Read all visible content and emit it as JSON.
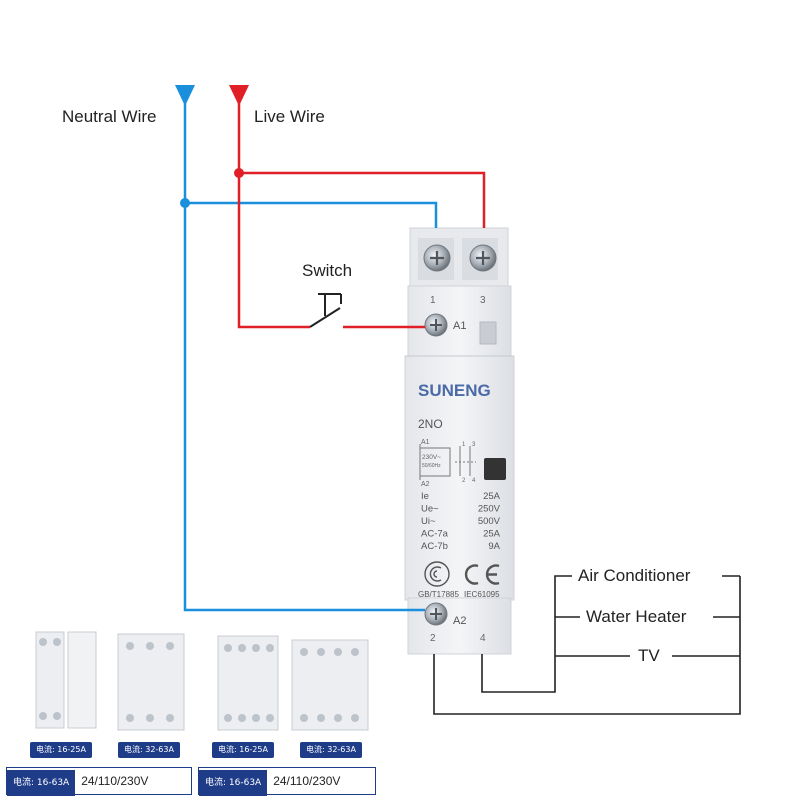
{
  "wires": {
    "neutral_label": "Neutral Wire",
    "live_label": "Live Wire",
    "switch_label": "Switch",
    "neutral_color": "#1a8fdc",
    "live_color": "#e01f26"
  },
  "device": {
    "brand": "SUNENG",
    "model": "2NO",
    "terminal_1": "1",
    "terminal_3": "3",
    "terminal_2": "2",
    "terminal_4": "4",
    "a1": "A1",
    "a2": "A2",
    "diag_a1": "A1",
    "diag_a2": "A2",
    "diag_voltage": "230V~",
    "diag_freq": "50/60Hz",
    "diag_1": "1",
    "diag_3": "3",
    "diag_2": "2",
    "diag_4": "4",
    "specs": [
      {
        "key": "Ie",
        "val": "25A"
      },
      {
        "key": "Ue~",
        "val": "250V"
      },
      {
        "key": "Ui~",
        "val": "500V"
      },
      {
        "key": "AC-7a",
        "val": "25A"
      },
      {
        "key": "AC-7b",
        "val": "9A"
      }
    ],
    "cert_ccc": "CCC",
    "cert_ce": "CE",
    "standard_left": "GB/T17885",
    "standard_right": "IEC61095"
  },
  "loads": {
    "items": [
      "Air Conditioner",
      "Water Heater",
      "TV"
    ]
  },
  "thumbnails": {
    "badges": [
      "电流: 16-25A",
      "电流: 32-63A",
      "电流: 16-25A",
      "电流: 32-63A"
    ],
    "bars": [
      {
        "current": "电流: 16-63A",
        "voltage": "24/110/230V"
      },
      {
        "current": "电流: 16-63A",
        "voltage": "24/110/230V"
      }
    ]
  }
}
